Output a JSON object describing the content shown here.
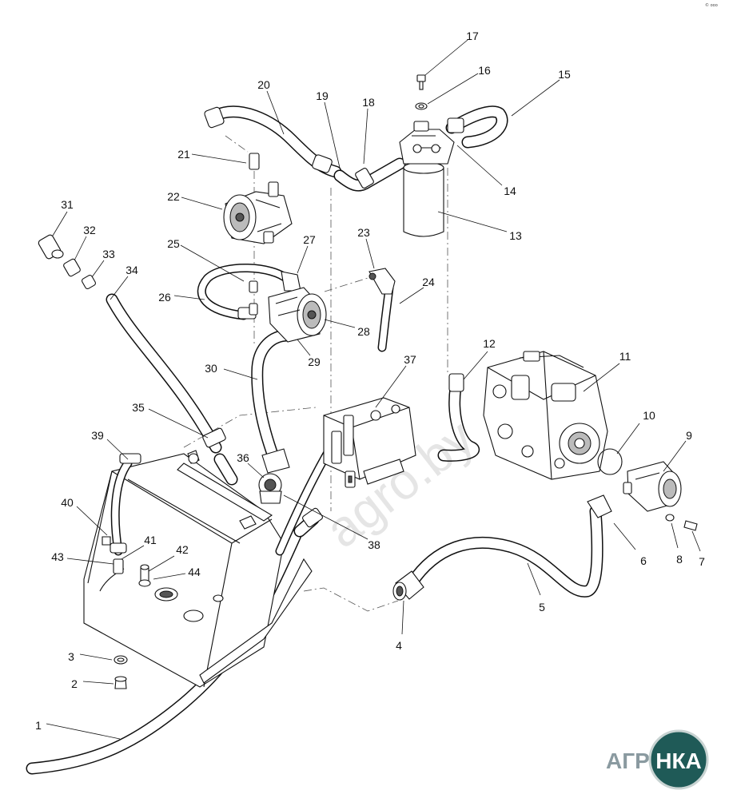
{
  "diagram": {
    "part_numbers": [
      "1",
      "2",
      "3",
      "4",
      "5",
      "6",
      "7",
      "8",
      "9",
      "10",
      "11",
      "12",
      "13",
      "14",
      "15",
      "16",
      "17",
      "18",
      "19",
      "20",
      "21",
      "22",
      "23",
      "24",
      "25",
      "26",
      "27",
      "28",
      "29",
      "30",
      "31",
      "32",
      "33",
      "34",
      "35",
      "36",
      "37",
      "38",
      "39",
      "40",
      "41",
      "42",
      "43",
      "44"
    ],
    "watermark": "agro.by",
    "corner_mark": "© ooo"
  },
  "logo": {
    "text_left": "АГРО",
    "text_right": "НКА",
    "colors": {
      "text": "#8a9aa0",
      "circle": "#1f5a57",
      "circle_text": "#ffffff"
    }
  }
}
